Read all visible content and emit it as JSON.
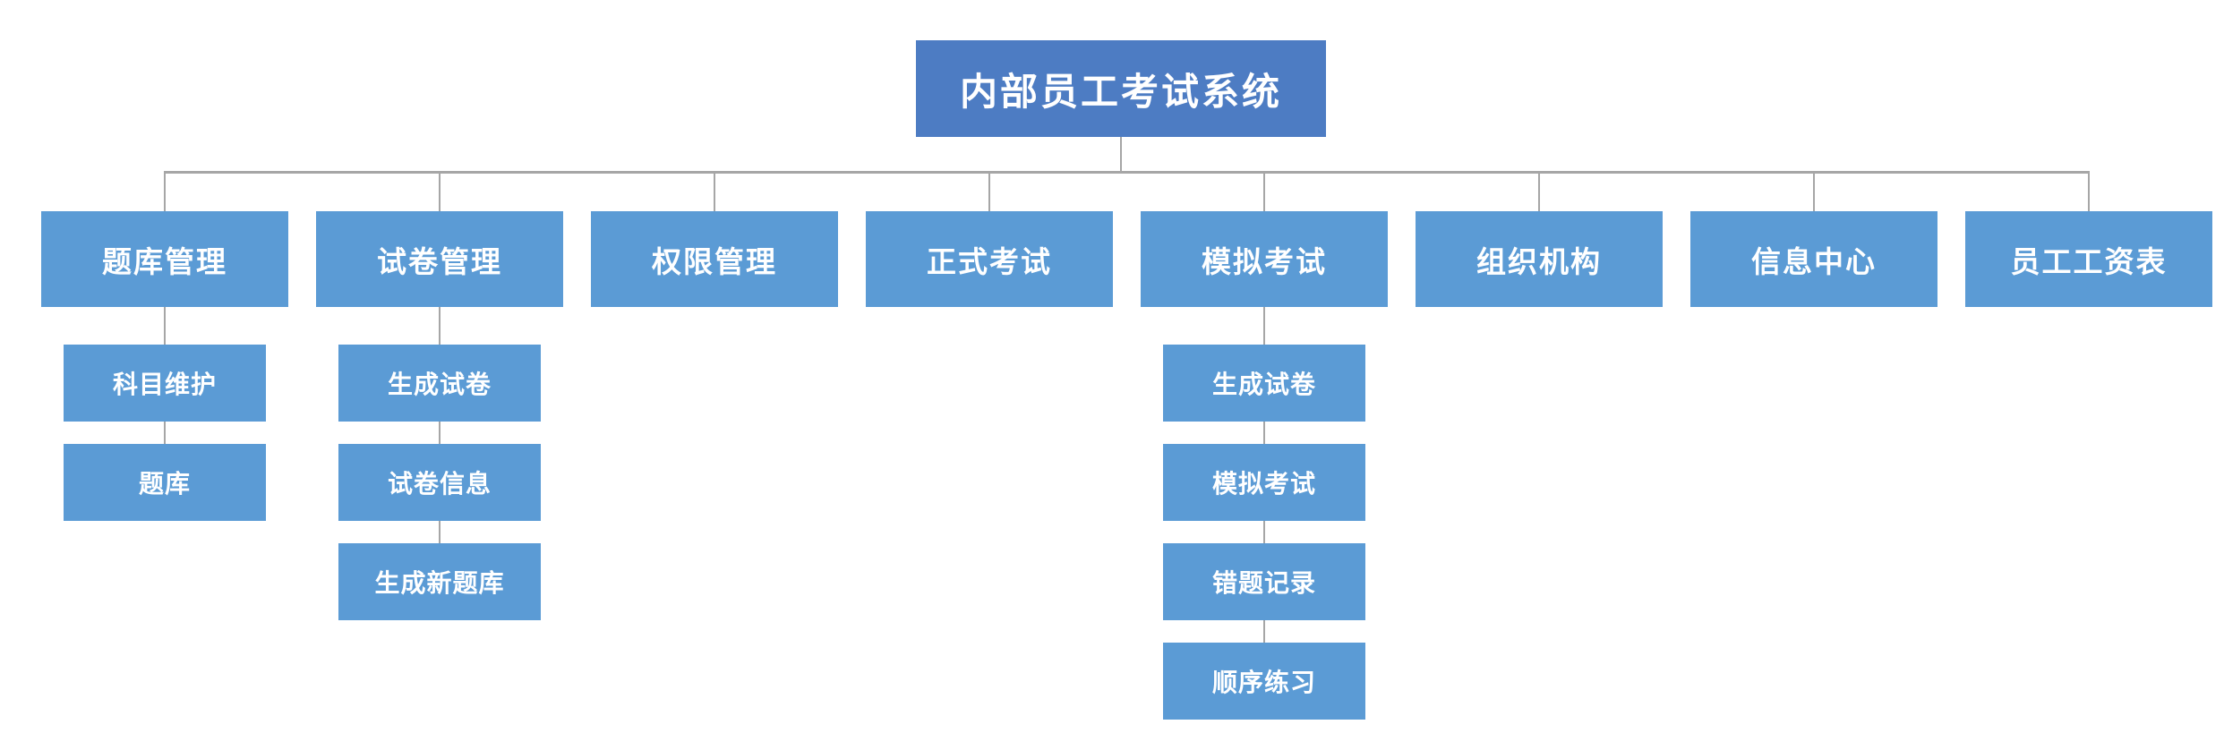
{
  "diagram": {
    "title": "内部员工考试系统",
    "root": {
      "label": "内部员工考试系统"
    },
    "branches": [
      {
        "label": "题库管理",
        "children": [
          "科目维护",
          "题库"
        ]
      },
      {
        "label": "试卷管理",
        "children": [
          "生成试卷",
          "试卷信息",
          "生成新题库"
        ]
      },
      {
        "label": "权限管理",
        "children": []
      },
      {
        "label": "正式考试",
        "children": []
      },
      {
        "label": "模拟考试",
        "children": [
          "生成试卷",
          "模拟考试",
          "错题记录",
          "顺序练习"
        ]
      },
      {
        "label": "组织机构",
        "children": []
      },
      {
        "label": "信息中心",
        "children": []
      },
      {
        "label": "员工工资表",
        "children": []
      }
    ],
    "colors": {
      "root_fill": "#4d7cc3",
      "node_fill": "#5b9bd5",
      "text": "#ffffff",
      "connector": "#a6a6a6",
      "background": "#ffffff"
    }
  }
}
